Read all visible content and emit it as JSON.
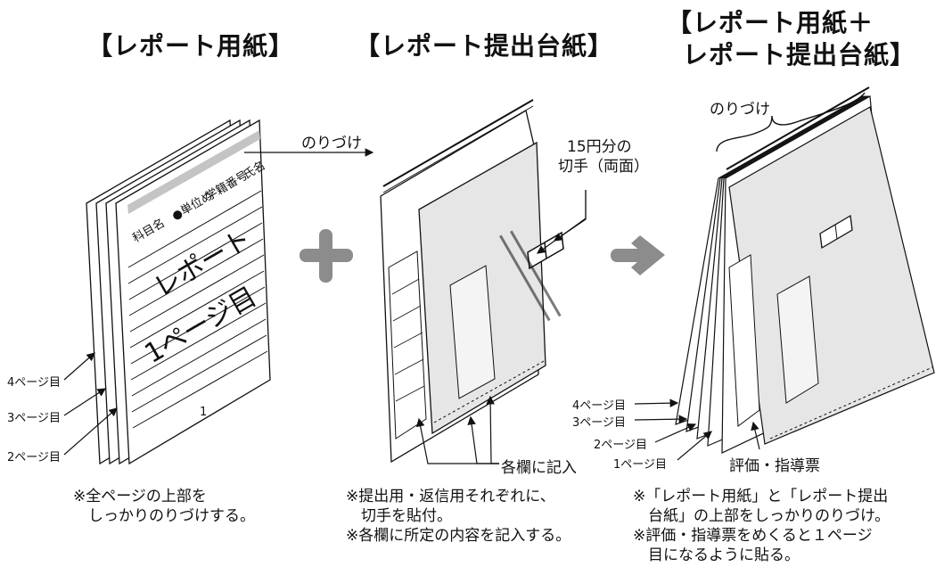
{
  "titles": {
    "report_paper": "【レポート用紙】",
    "submission_board": "【レポート提出台紙】",
    "combined_line1": "【レポート用紙＋",
    "combined_line2": "レポート提出台紙】"
  },
  "left_panel": {
    "sheet_header": [
      "科目名",
      "●単位め",
      "学籍番号",
      "氏名"
    ],
    "sheet_big_line1": "レポート",
    "sheet_big_line2": "1ページ目",
    "page_number": "1",
    "page_labels": [
      "4ページ目",
      "3ページ目",
      "2ページ目"
    ],
    "note": "※全ページの上部を\n　しっかりのりづけする。"
  },
  "middle_panel": {
    "glue_label": "のりづけ",
    "stamp_label_line1": "15円分の",
    "stamp_label_line2": "切手（両面）",
    "fill_label": "各欄に記入",
    "note": "※提出用・返信用それぞれに、\n　切手を貼付。\n※各欄に所定の内容を記入する。"
  },
  "right_panel": {
    "glue_label": "のりづけ",
    "page_labels": [
      "4ページ目",
      "3ページ目",
      "2ページ目",
      "1ページ目"
    ],
    "eval_label": "評価・指導票",
    "note": "※「レポート用紙」と「レポート提出\n　台紙」の上部をしっかりのりづけ。\n※評価・指導票をめくると１ページ\n　目になるように貼る。"
  },
  "colors": {
    "gray_fill": "#e6e6e6",
    "arrow_gray": "#8c8c8c",
    "line": "#111111"
  }
}
